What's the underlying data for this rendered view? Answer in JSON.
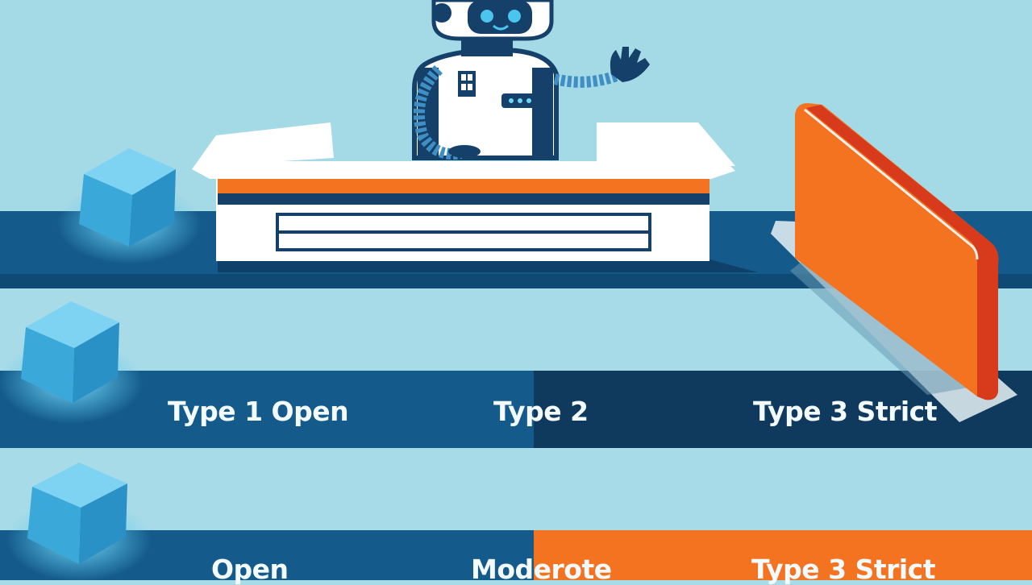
{
  "colors": {
    "background": "#a7dbe8",
    "band_dark": "#0f3f66",
    "band_mid": "#145a8a",
    "accent_orange": "#f47321",
    "accent_red": "#d83a1c",
    "cube_blue": "#4bb4e0",
    "robot_white": "#ffffff"
  },
  "lanes": [
    {
      "name": "lane-1",
      "labels": []
    },
    {
      "name": "lane-2",
      "labels": [
        "Type 1 Open",
        "Type 2",
        "Type 3 Strict"
      ]
    },
    {
      "name": "lane-3",
      "labels": [
        "Open",
        "Moderote",
        "Type 3 Strict"
      ]
    }
  ],
  "icons": [
    "robot-icon",
    "reception-desk-icon",
    "barrier-icon",
    "cube-icon"
  ]
}
